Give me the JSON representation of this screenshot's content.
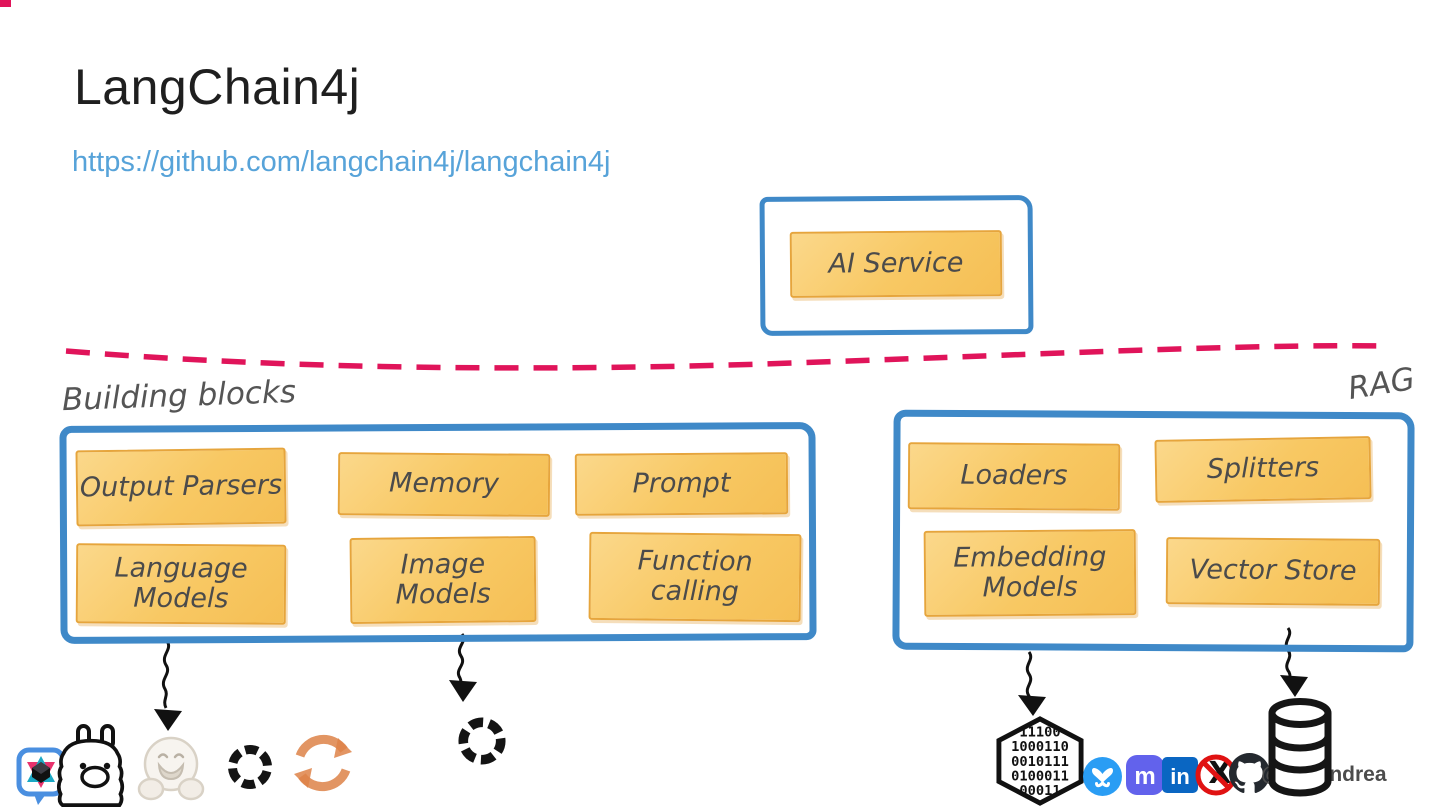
{
  "header": {
    "title": "LangChain4j",
    "link": "https://github.com/langchain4j/langchain4j"
  },
  "diagram": {
    "ai_service_label": "AI Service",
    "building_blocks_label": "Building blocks",
    "rag_label": "RAG",
    "building_blocks": [
      "Output Parsers",
      "Memory",
      "Prompt",
      "Language Models",
      "Image Models",
      "Function calling"
    ],
    "rag_components": [
      "Loaders",
      "Splitters",
      "Embedding Models",
      "Vector Store"
    ]
  },
  "footer": {
    "handle": "@edeandrea",
    "binary_rows": [
      "11100",
      "1000110",
      "0010111",
      "0100011",
      "00011"
    ],
    "social_glyphs": {
      "mastodon": "m",
      "linkedin": "in",
      "x": "X"
    },
    "icons": [
      "jlama-logo",
      "ollama-logo",
      "huggingface-logo",
      "openai-logo",
      "sync-logo",
      "openai-logo",
      "binary-hexagon",
      "bluesky",
      "mastodon",
      "linkedin",
      "x-blocked",
      "github",
      "database"
    ]
  },
  "colors": {
    "container_blue": "#3f89c8",
    "box_fill": "#f8c863",
    "box_border": "#e6a53c",
    "divider_red": "#e0145a",
    "link_blue": "#57a3d9",
    "label_gray": "#4b4b4b"
  }
}
